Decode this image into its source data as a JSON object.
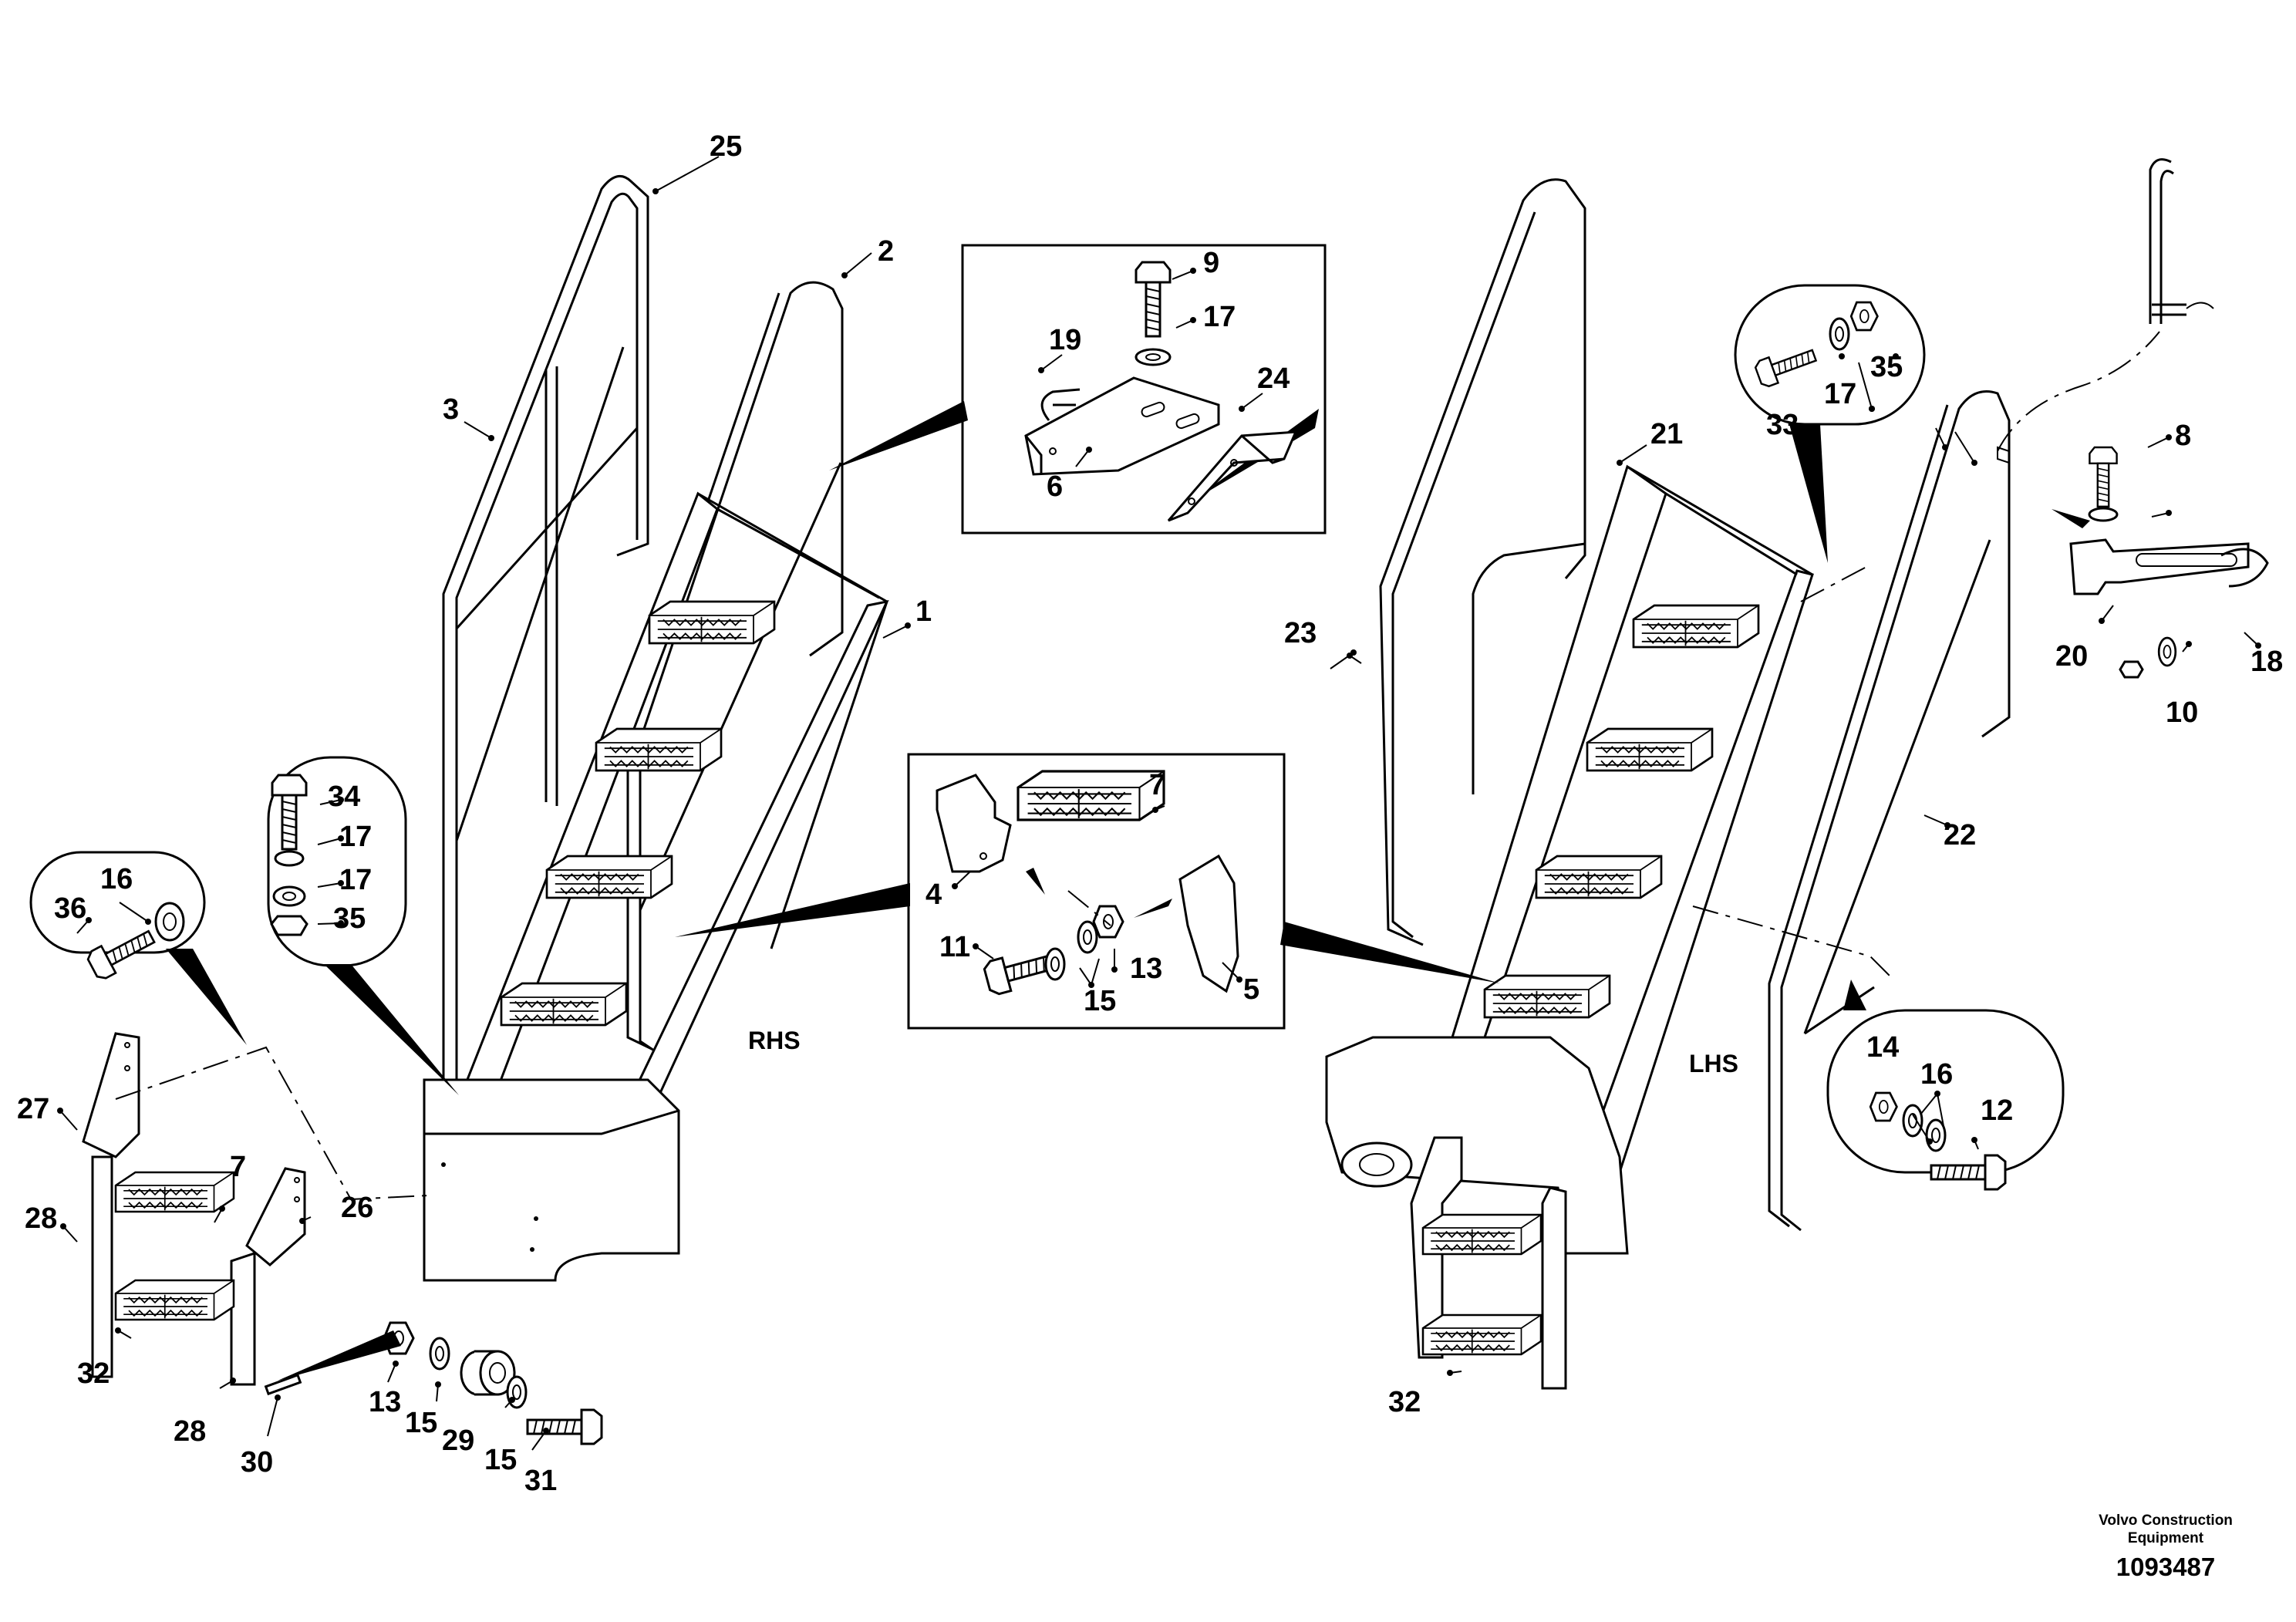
{
  "diagram": {
    "side_labels": {
      "rhs": "RHS",
      "lhs": "LHS"
    },
    "callouts": {
      "c1": "1",
      "c2": "2",
      "c3": "3",
      "c4": "4",
      "c5": "5",
      "c6": "6",
      "c7a": "7",
      "c7b": "7",
      "c8": "8",
      "c9": "9",
      "c10": "10",
      "c11": "11",
      "c12": "12",
      "c13a": "13",
      "c13b": "13",
      "c14": "14",
      "c15a": "15",
      "c15b": "15",
      "c15c": "15",
      "c16a": "16",
      "c16b": "16",
      "c17a": "17",
      "c17b": "17",
      "c17c": "17",
      "c17d": "17",
      "c18": "18",
      "c19": "19",
      "c20": "20",
      "c21": "21",
      "c22": "22",
      "c23": "23",
      "c24": "24",
      "c25": "25",
      "c26": "26",
      "c27": "27",
      "c28a": "28",
      "c28b": "28",
      "c29": "29",
      "c30": "30",
      "c31": "31",
      "c32a": "32",
      "c32b": "32",
      "c33": "33",
      "c34": "34",
      "c35a": "35",
      "c35b": "35",
      "c36": "36"
    },
    "footer": {
      "brand_line1": "Volvo Construction",
      "brand_line2": "Equipment",
      "part_number": "1093487"
    }
  }
}
